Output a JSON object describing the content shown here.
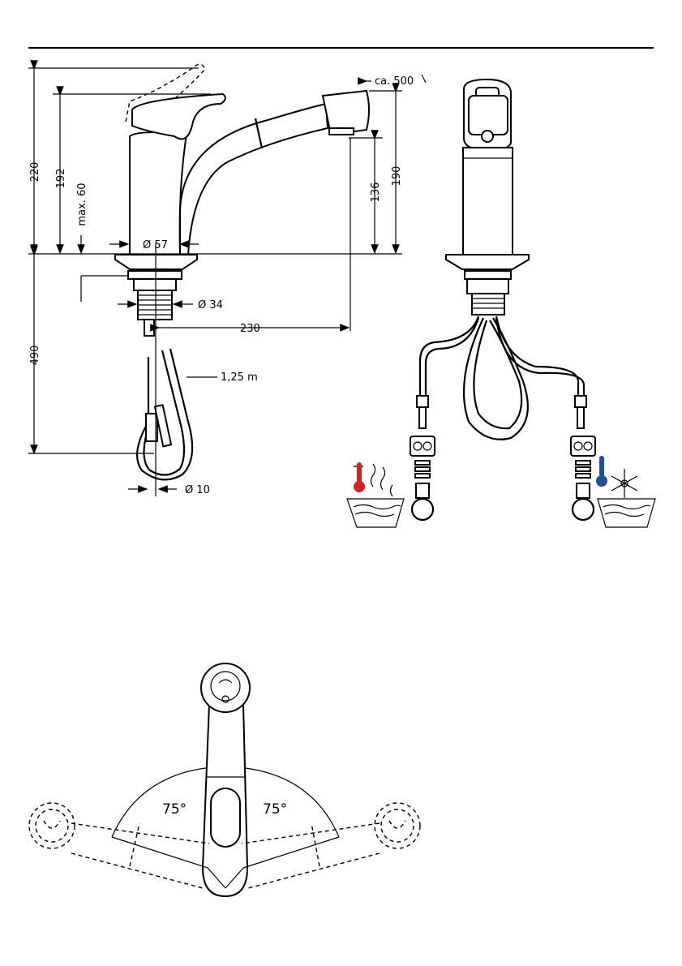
{
  "dimensions": {
    "total_height": "220",
    "lever_height": "192",
    "max_deck": "max. 60",
    "base_diameter": "Ø 57",
    "spout_height_total": "190",
    "spout_outlet_height": "136",
    "pull_out_length": "ca. 500",
    "thread_diameter": "Ø 34",
    "reach": "230",
    "below_deck": "490",
    "hose_length": "1,25 m",
    "hose_diameter": "Ø 10"
  },
  "swivel": {
    "left_angle": "75°",
    "right_angle": "75°"
  },
  "colors": {
    "hot": "#d62028",
    "cold": "#1f4e9c",
    "line": "#000000"
  },
  "icons": [
    "hot-water-thermometer-icon",
    "cold-water-thermometer-icon",
    "snowflake-icon",
    "steam-icon"
  ]
}
